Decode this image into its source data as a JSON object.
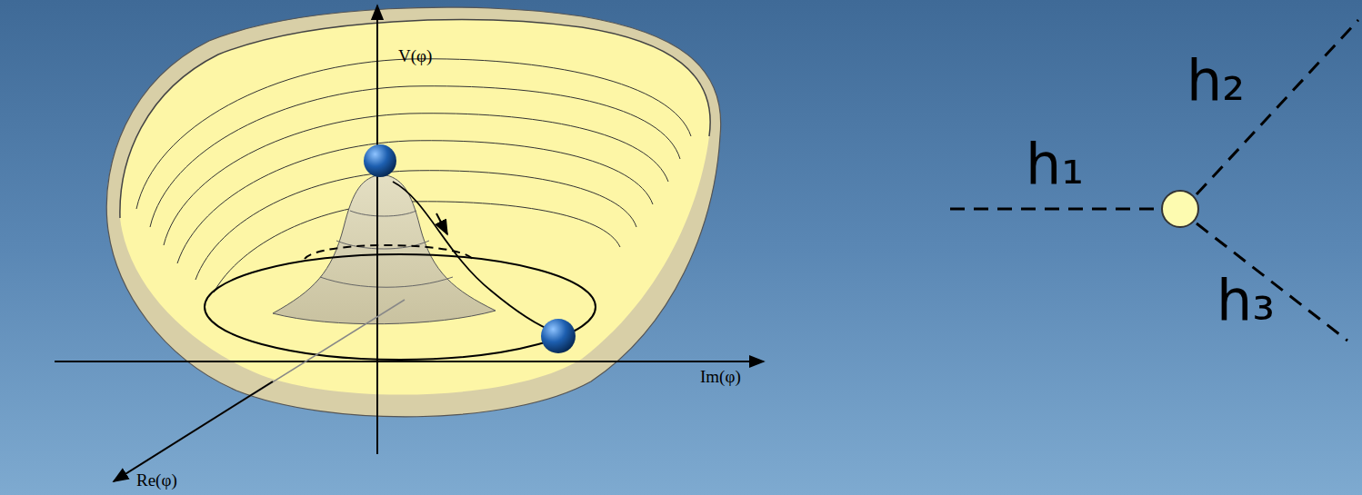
{
  "diagram": {
    "labels": [
      "V(φ)",
      "Im(φ)",
      "Re(φ)",
      "h₁",
      "h₂",
      "h₃"
    ]
  }
}
